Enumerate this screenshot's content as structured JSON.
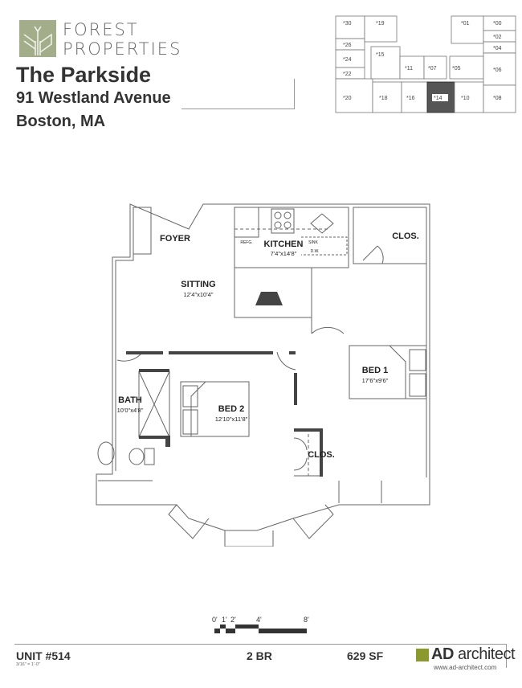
{
  "brand": {
    "line1": "FOREST",
    "line2": "PROPERTIES",
    "logo_icon": "tree-sprout-icon",
    "logo_color": "#a3ad8a"
  },
  "property": {
    "name": "The Parkside",
    "address": "91 Westland Avenue",
    "city": "Boston, MA"
  },
  "key_plan": {
    "highlighted_unit": "*14",
    "highlight_color": "#555555",
    "units": [
      "*30",
      "*19",
      "*01",
      "*00",
      "*02",
      "*04",
      "*26",
      "*24",
      "*22",
      "*15",
      "*11",
      "*07",
      "*05",
      "*06",
      "*20",
      "*18",
      "*16",
      "*14",
      "*10",
      "*08"
    ]
  },
  "floor_plan": {
    "rooms": [
      {
        "name": "FOYER",
        "dim": ""
      },
      {
        "name": "KITCHEN",
        "dim": "7'4\"x14'8\""
      },
      {
        "name": "CLOS.",
        "dim": ""
      },
      {
        "name": "SITTING",
        "dim": "12'4\"x10'4\""
      },
      {
        "name": "BED 1",
        "dim": "17'6\"x9'6\""
      },
      {
        "name": "BATH",
        "dim": "10'0\"x4'8\""
      },
      {
        "name": "BED 2",
        "dim": "12'10\"x11'8\""
      },
      {
        "name": "CLOS.",
        "dim": ""
      }
    ],
    "fixtures": {
      "refg": "REFG.",
      "sink": "SINK",
      "dw": "D.W."
    }
  },
  "scale_bar": {
    "ticks": [
      "0'",
      "1'",
      "2'",
      "4'",
      "8'"
    ]
  },
  "footer": {
    "unit": "UNIT #514",
    "scale_note": "3/16\" = 1'-0\"",
    "bedrooms": "2 BR",
    "area": "629 SF",
    "architect_bold": "AD",
    "architect_rest": " architect",
    "architect_url": "www.ad-architect.com",
    "architect_color": "#8a9a2c"
  }
}
